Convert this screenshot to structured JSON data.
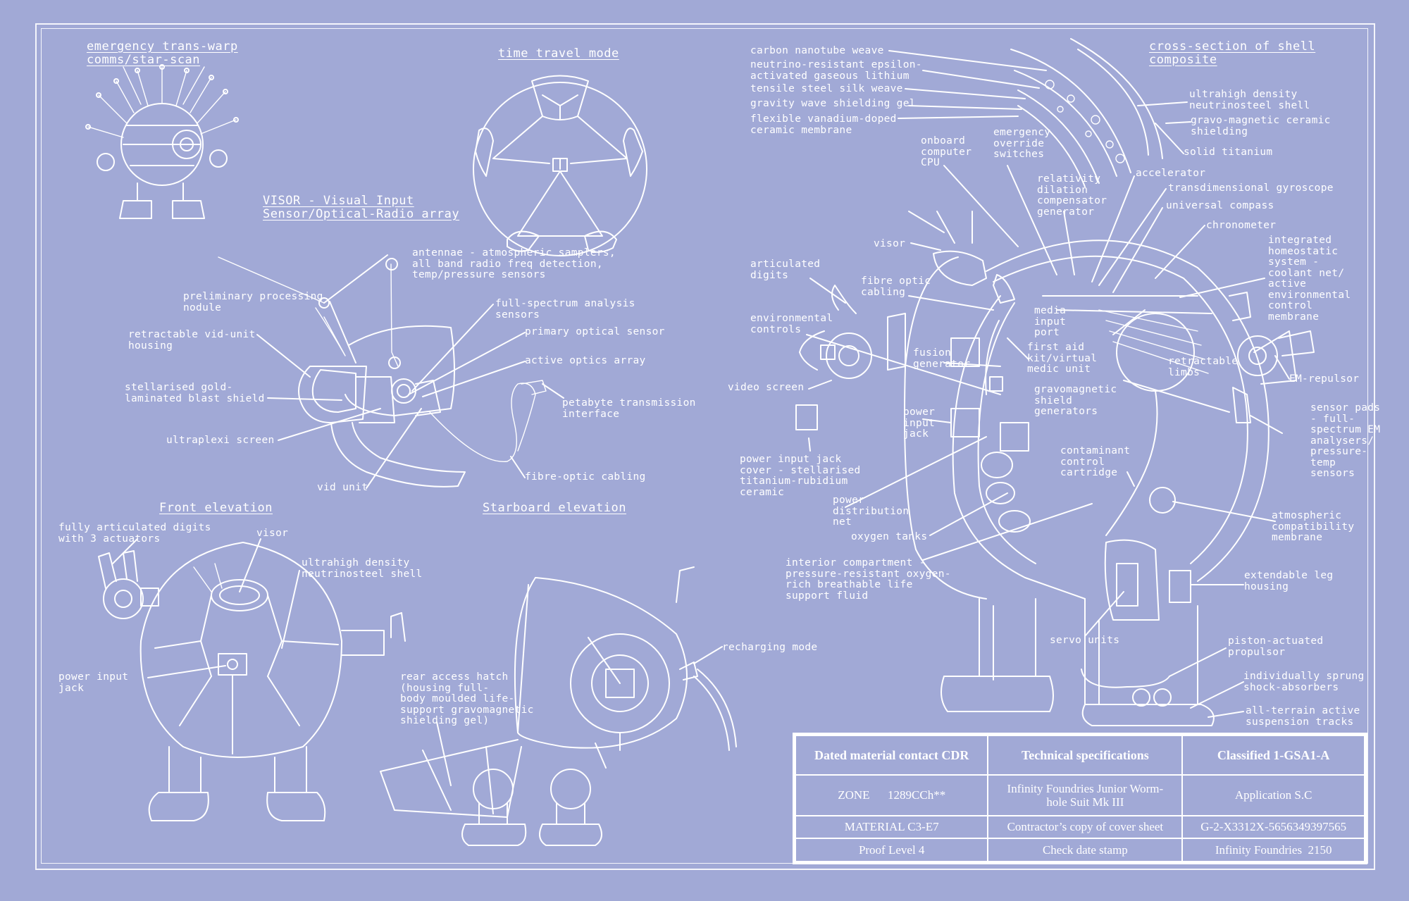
{
  "titles": {
    "emergency": "emergency trans-warp\ncomms/star-scan",
    "time_travel": "time travel mode",
    "visor": "VISOR - Visual Input\nSensor/Optical-Radio array",
    "front": "Front elevation",
    "starboard": "Starboard elevation",
    "cross_section": "cross-section of shell\ncomposite"
  },
  "visor_labels": {
    "antennae": "antennae - atmospheric samplers,\nall band radio freq detection,\ntemp/pressure sensors",
    "preliminary": "preliminary processing\nnodule",
    "retractable": "retractable vid-unit\nhousing",
    "blast_shield": "stellarised gold-\nlaminated blast shield",
    "ultraplexi": "ultraplexi screen",
    "vid_unit": "vid unit",
    "full_spectrum": "full-spectrum analysis\nsensors",
    "primary": "primary optical sensor",
    "active_optics": "active optics array",
    "petabyte": "petabyte transmission\ninterface",
    "fibre_optic": "fibre-optic cabling"
  },
  "front_labels": {
    "digits": "fully articulated digits\nwith 3 actuators",
    "visor": "visor",
    "shell": "ultrahigh density\nneutrinosteel shell",
    "power_jack": "power input\njack"
  },
  "starboard_labels": {
    "recharging": "recharging mode",
    "rear_hatch": "rear access hatch\n(housing full-\nbody moulded life-\nsupport gravomagnetic\nshielding gel)"
  },
  "shell_labels": {
    "carbon": "carbon nanotube weave",
    "neutrino": "neutrino-resistant epsilon-\nactivated gaseous lithium",
    "tensile": "tensile steel silk weave",
    "gravity": "gravity wave shielding gel",
    "vanadium": "flexible vanadium-doped\nceramic membrane",
    "ultrahigh": "ultrahigh density\nneutrinosteel shell",
    "gravo_ceramic": "gravo-magnetic ceramic\nshielding",
    "titanium": "solid titanium"
  },
  "cutaway_labels": {
    "onboard": "onboard\ncomputer\nCPU",
    "override": "emergency\noverride\nswitches",
    "relativity": "relativity\ndilation\ncompensator\ngenerator",
    "accelerator": "accelerator",
    "gyroscope": "transdimensional gyroscope",
    "compass": "universal compass",
    "chronometer": "chronometer",
    "homeostatic": "integrated\nhomeostatic\nsystem -\ncoolant net/\nactive\nenvironmental\ncontrol\nmembrane",
    "visor": "visor",
    "digits": "articulated\ndigits",
    "fibre": "fibre optic\ncabling",
    "media": "media\ninput\nport",
    "environmental": "environmental\ncontrols",
    "fusion": "fusion\ngenerator",
    "first_aid": "first aid\nkit/virtual\nmedic unit",
    "retractable": "retractable\nlimbs",
    "em_repulsor": "EM-repulsor",
    "video_screen": "video screen",
    "gravomagnetic": "gravomagnetic\nshield\ngenerators",
    "power_jack": "power\ninput\njack",
    "sensor_pads": "sensor pads\n- full-\nspectrum EM\nanalysers/\npressure-\ntemp\nsensors",
    "jack_cover": "power input jack\ncover - stellarised\ntitanium-rubidium\nceramic",
    "contaminant": "contaminant\ncontrol\ncartridge",
    "distribution": "power\ndistribution\nnet",
    "oxygen": "oxygen tanks",
    "atmospheric": "atmospheric\ncompatibility\nmembrane",
    "interior": "interior compartment -\npressure-resistant oxygen-\nrich breathable life\nsupport fluid",
    "leg_housing": "extendable leg\nhousing",
    "servo": "servo units",
    "piston": "piston-actuated\npropulsor",
    "shock": "individually sprung\nshock-absorbers",
    "tracks": "all-terrain active\nsuspension tracks"
  },
  "specs_table": {
    "headers": [
      "Dated material contact CDR",
      "Technical specifications",
      "Classified 1-GSA1-A"
    ],
    "rows": [
      [
        "ZONE      1289CCh**",
        "Infinity Foundries Junior Worm-\nhole Suit Mk III",
        "Application S.C"
      ],
      [
        "MATERIAL C3-E7",
        "Contractor’s copy of cover sheet",
        "G-2-X3312X-5656349397565"
      ],
      [
        "Proof Level 4",
        "Check date stamp",
        "Infinity Foundries  2150"
      ]
    ]
  },
  "colors": {
    "background": "#a1a9d6",
    "lines": "#ffffff"
  }
}
